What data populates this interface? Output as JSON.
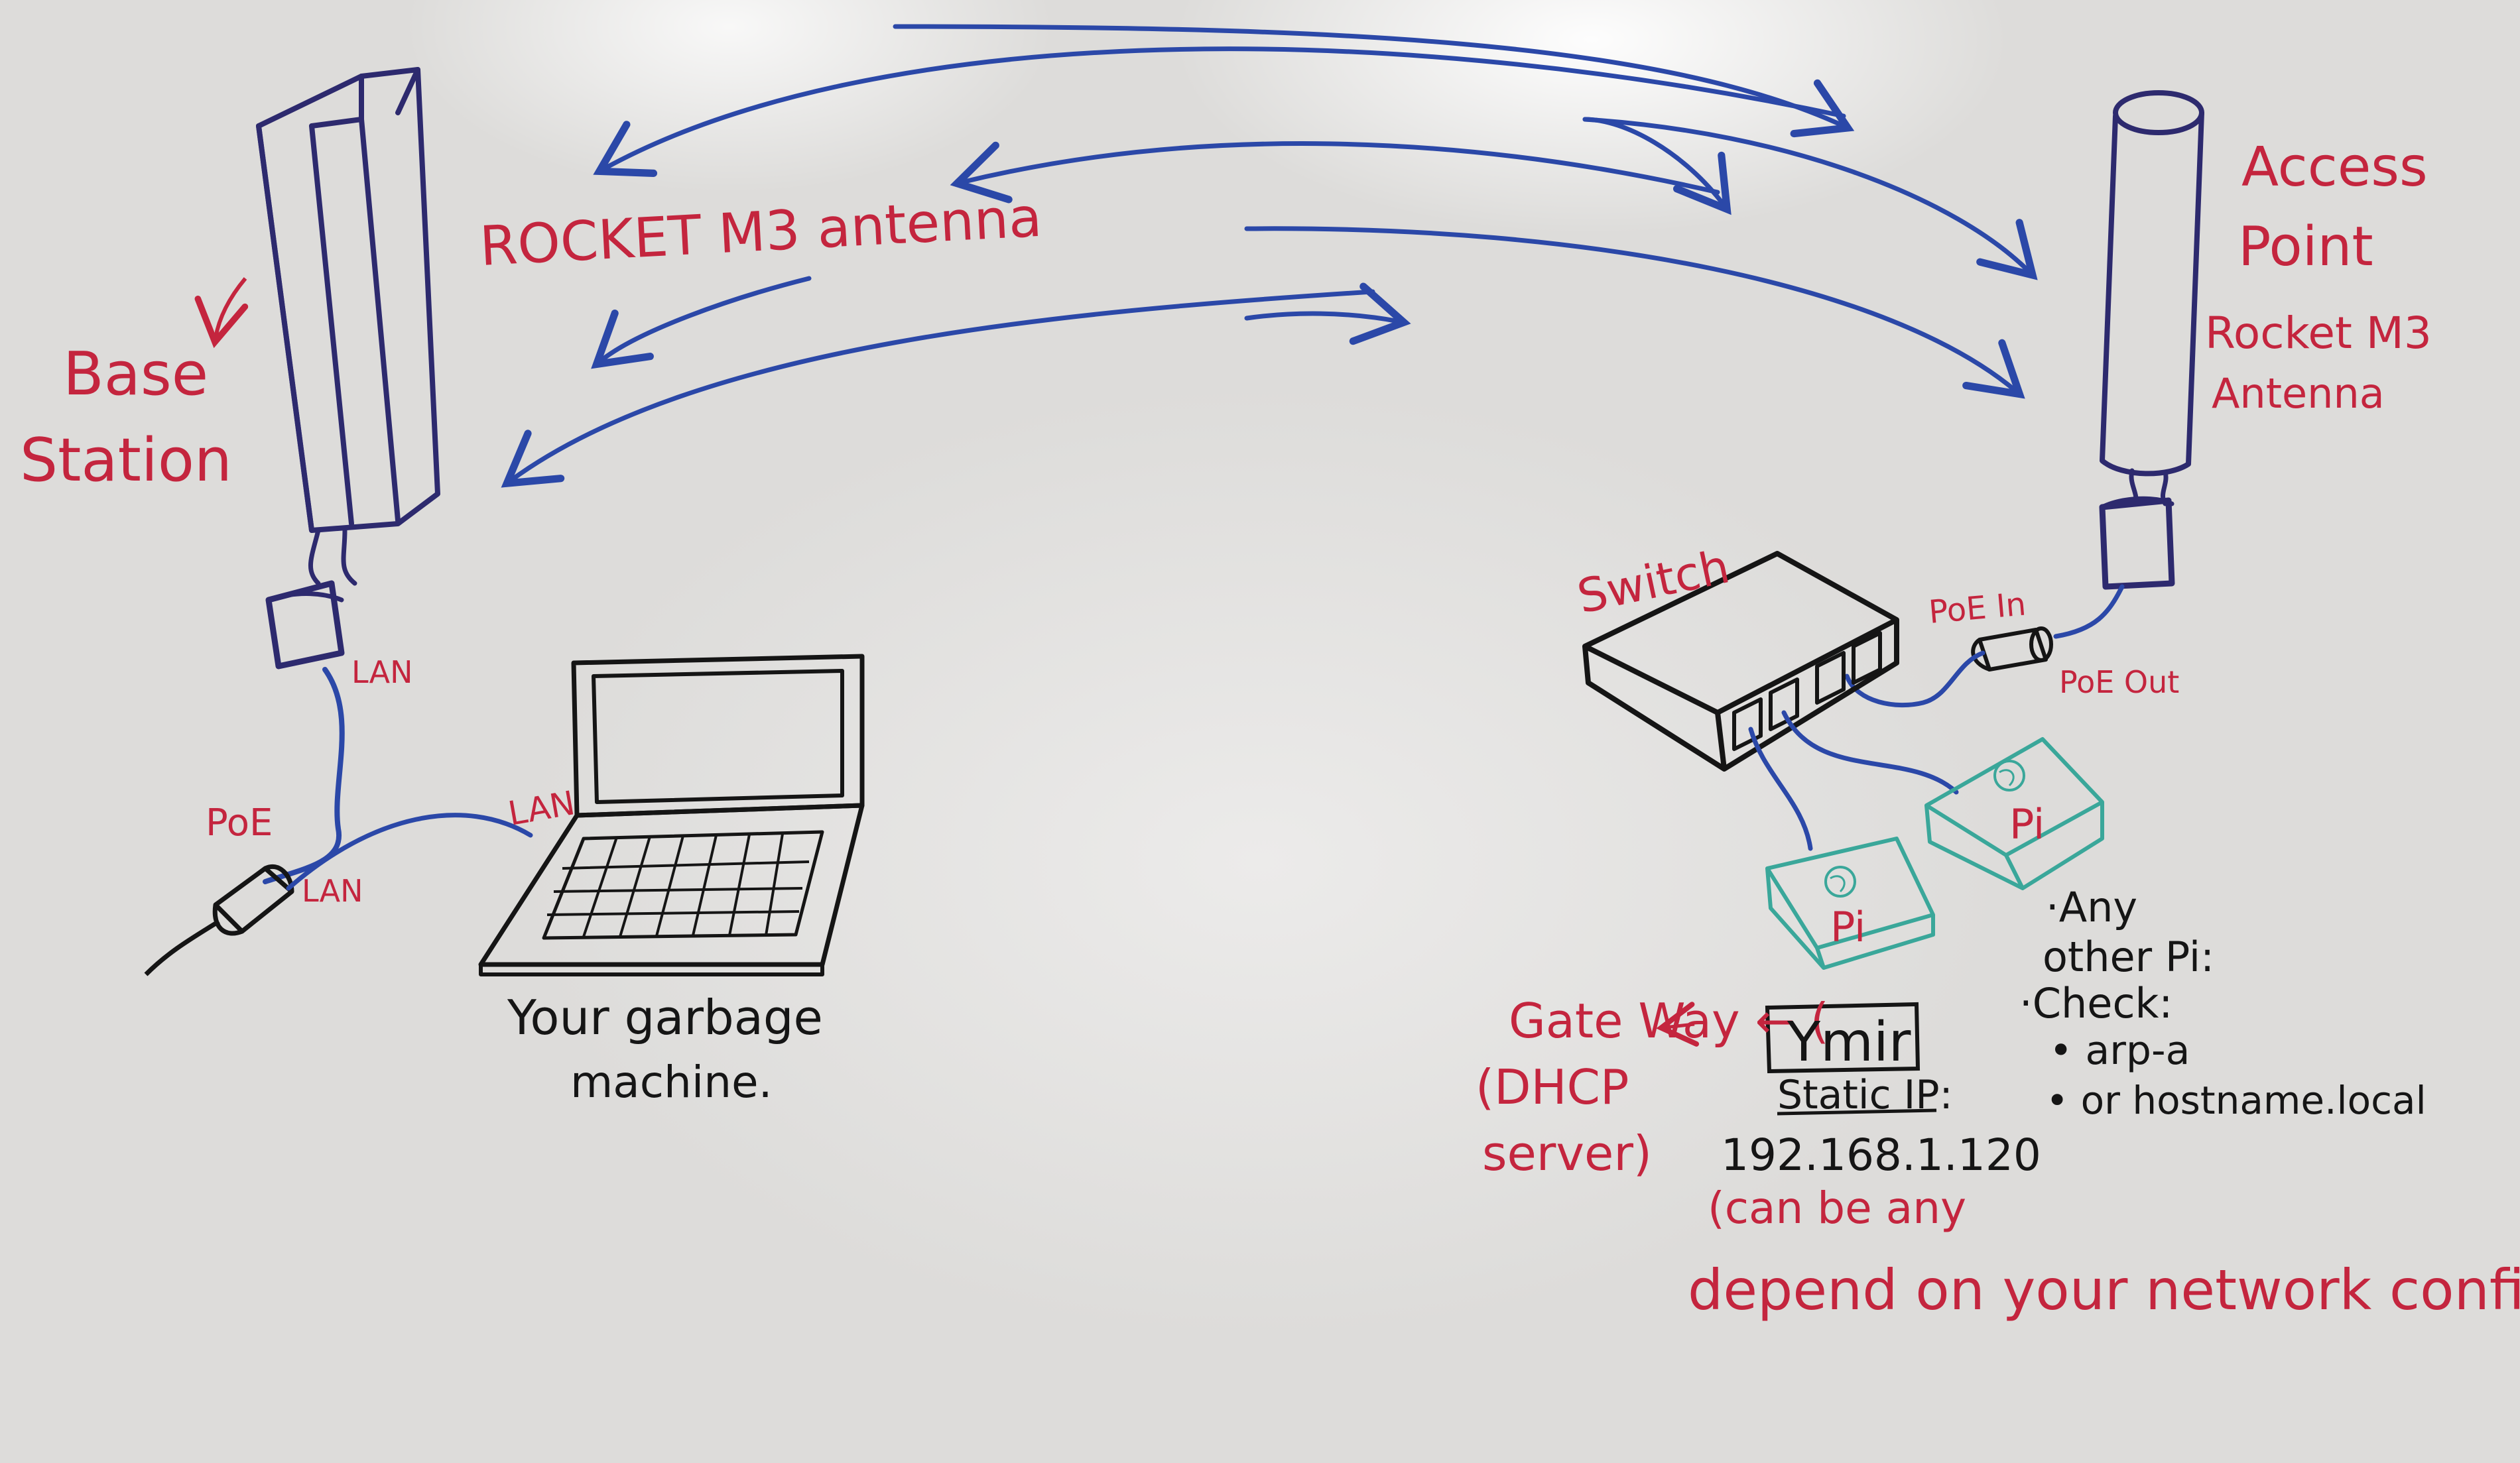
{
  "base_station": {
    "title_line1": "Base",
    "title_line2": "Station"
  },
  "antenna_label": "ROCKET M3 antenna",
  "access_point": {
    "line1": "Access",
    "line2": "Point",
    "line3": "Rocket M3",
    "line4": "Antenna"
  },
  "switch_label": "Switch",
  "labels": {
    "lan_top": "LAN",
    "poe": "PoE",
    "lan_injector": "LAN",
    "lan_laptop": "LAN",
    "poe_in": "PoE In",
    "poe_out": "PoE Out"
  },
  "laptop_caption_line1": "Your garbage",
  "laptop_caption_line2": "machine.",
  "pi_label": "Pi",
  "gateway": {
    "line1": "Gate Way ← (",
    "line2": "(DHCP",
    "line3": "server)"
  },
  "ymir": {
    "name": "Ymir",
    "static_ip_label": "Static IP:",
    "ip": "192.168.1.120",
    "note_line1": "(can be any",
    "note_line2": "depend on your network config)"
  },
  "other_pi_notes": {
    "line1": "·Any",
    "line2": "other Pi:",
    "line3": "·Check:",
    "bullet1": "• arp-a",
    "bullet2": "• or hostname.local"
  },
  "colors": {
    "marker_red": "#c4253e",
    "marker_blue": "#2b48a8",
    "marker_black": "#151515",
    "marker_teal": "#3aa79a",
    "marker_purple": "#2d2a6e"
  }
}
